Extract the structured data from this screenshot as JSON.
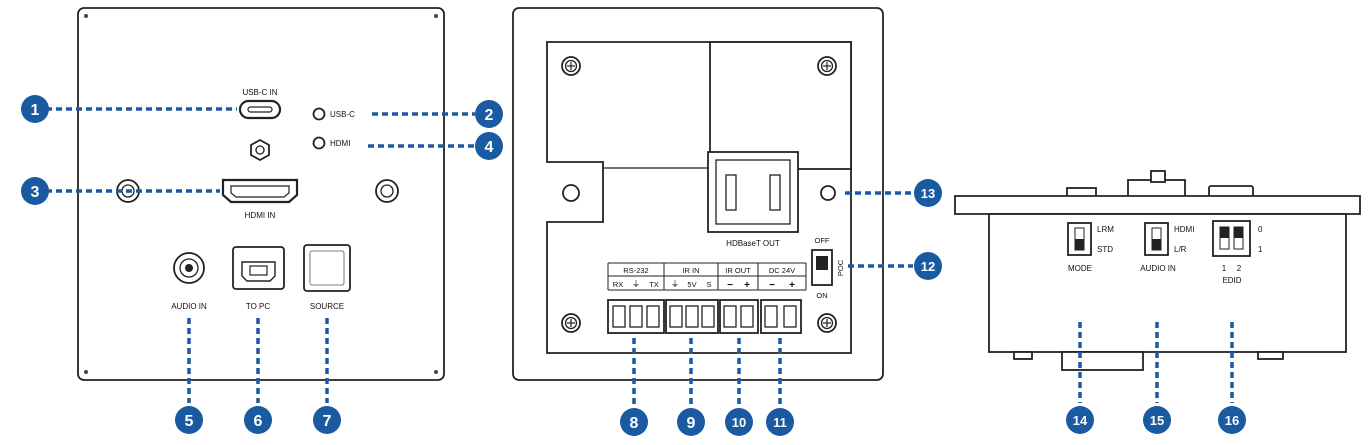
{
  "front_panel": {
    "usb_c_in": "USB-C IN",
    "led_usb_c": "USB-C",
    "led_hdmi": "HDMI",
    "hdmi_in": "HDMI IN",
    "audio_in": "AUDIO IN",
    "to_pc": "TO PC",
    "source": "SOURCE"
  },
  "rear_panel": {
    "hdbaset_out": "HDBaseT OUT",
    "rs232": "RS-232",
    "rs232_pins": [
      "RX",
      "⏚",
      "TX"
    ],
    "ir_in": "IR IN",
    "ir_in_pins": [
      "⏚",
      "5V",
      "S"
    ],
    "ir_out": "IR OUT",
    "ir_out_pins": [
      "−",
      "+"
    ],
    "dc_24v": "DC 24V",
    "dc_pins": [
      "−",
      "+"
    ],
    "poc_off": "OFF",
    "poc_label": "POC",
    "poc_on": "ON"
  },
  "side_panel": {
    "mode_lrm": "LRM",
    "mode_std": "STD",
    "mode": "MODE",
    "audio_hdmi": "HDMI",
    "audio_lr": "L/R",
    "audio_in": "AUDIO IN",
    "edid_0": "0",
    "edid_1": "1",
    "edid_pos1": "1",
    "edid_pos2": "2",
    "edid": "EDID"
  },
  "callouts": [
    "1",
    "2",
    "3",
    "4",
    "5",
    "6",
    "7",
    "8",
    "9",
    "10",
    "11",
    "12",
    "13",
    "14",
    "15",
    "16"
  ],
  "colors": {
    "callout_fill": "#1a5aa0",
    "dash": "#1a5aa0",
    "outline": "#222222",
    "panel_fill": "#ffffff"
  }
}
